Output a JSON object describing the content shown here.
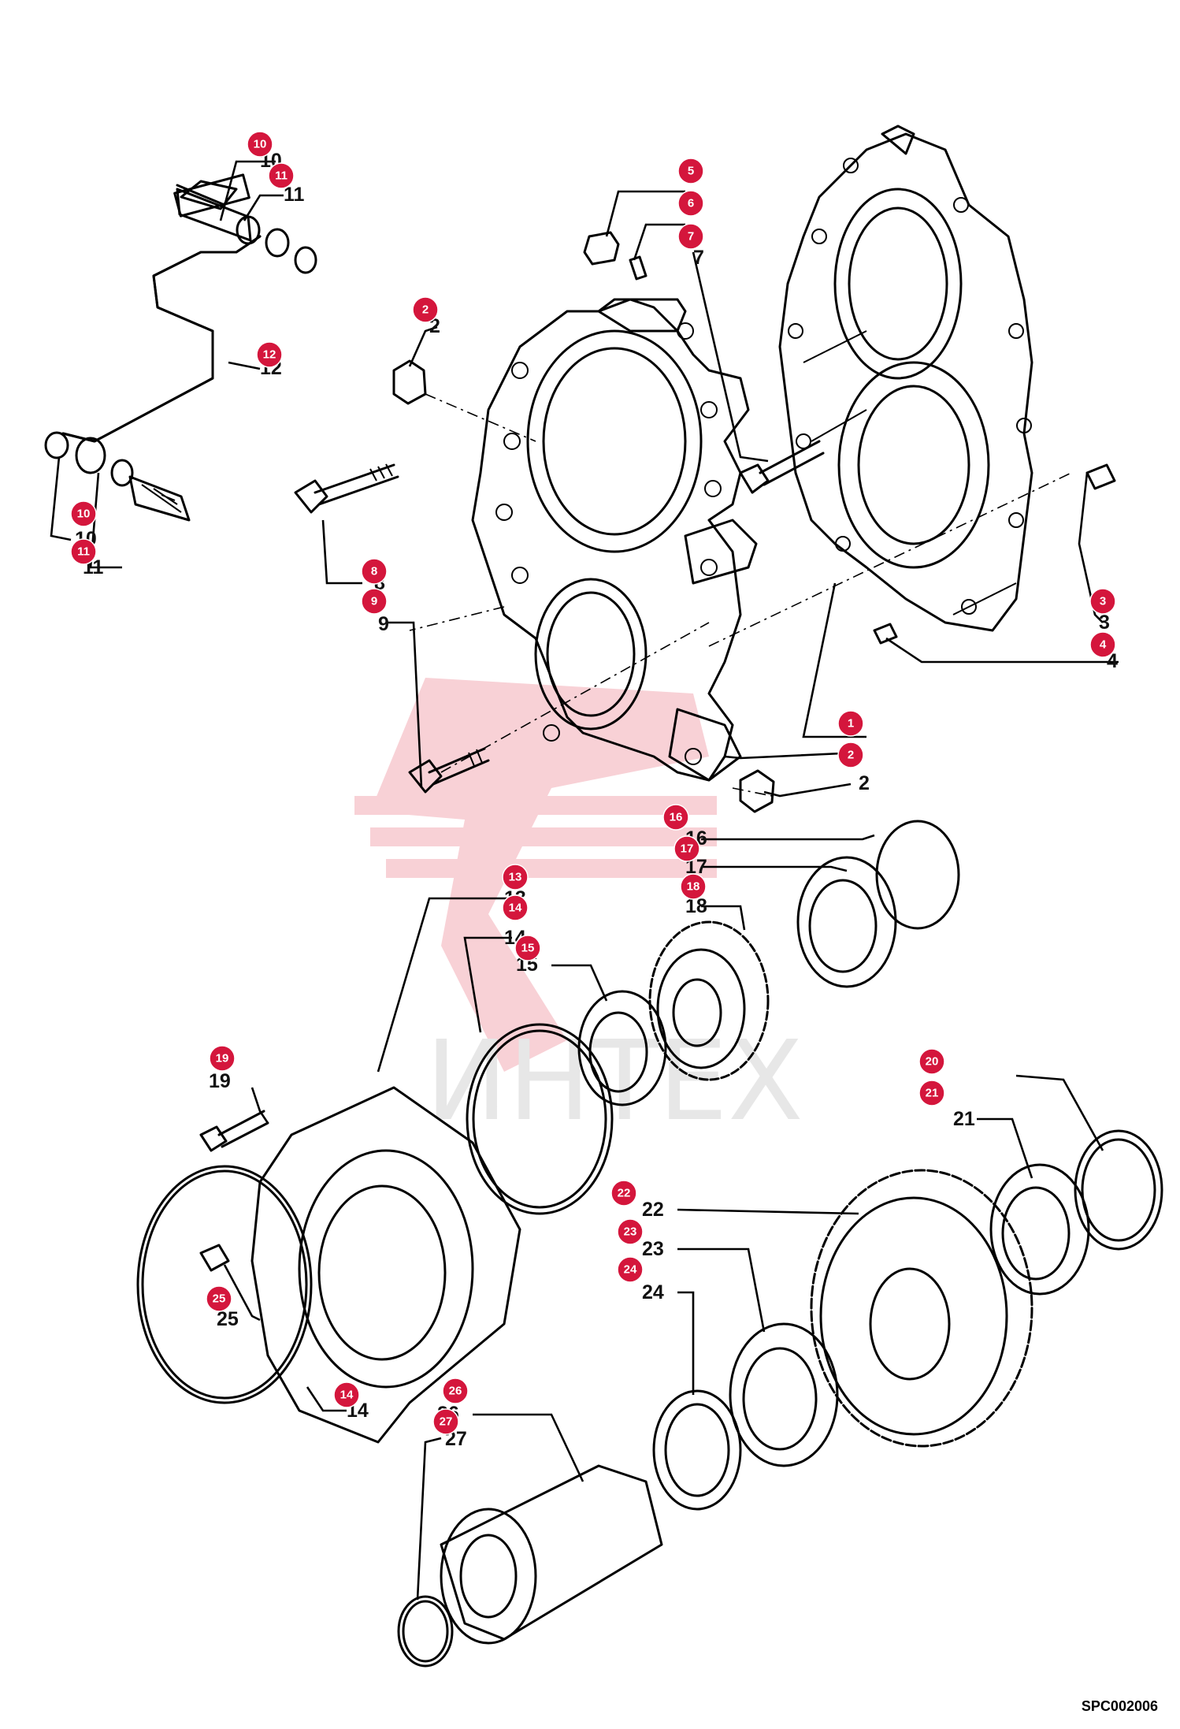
{
  "drawing_code": "SPC002006",
  "watermark_text": "ИНТЕХ",
  "callout_color": "#d4163c",
  "callouts": [
    "10",
    "11",
    "12",
    "10",
    "11",
    "2",
    "5",
    "6",
    "7",
    "8",
    "9",
    "3",
    "4",
    "1",
    "2",
    "16",
    "17",
    "18",
    "13",
    "14",
    "15",
    "19",
    "20",
    "21",
    "22",
    "23",
    "24",
    "25",
    "14",
    "26",
    "27"
  ],
  "ref_labels": [
    "10",
    "11",
    "12",
    "10",
    "11",
    "2",
    "7",
    "8",
    "9",
    "3",
    "4",
    "2",
    "16",
    "17",
    "18",
    "13",
    "14",
    "15",
    "19",
    "21",
    "22",
    "23",
    "24",
    "25",
    "14",
    "26",
    "27"
  ]
}
